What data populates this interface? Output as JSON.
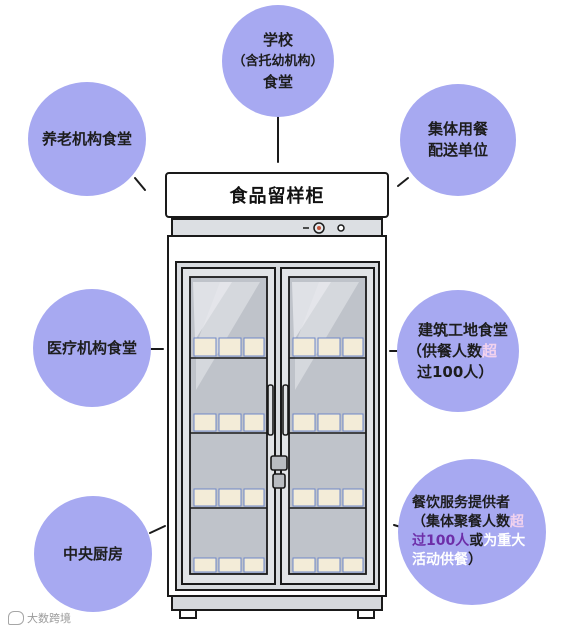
{
  "cabinet": {
    "title": "食品留样柜"
  },
  "bubbles": {
    "school": {
      "line1": "学校",
      "line2": "（含托幼机构）",
      "line3": "食堂"
    },
    "elderly": {
      "label": "养老机构食堂"
    },
    "delivery": {
      "line1": "集体用餐",
      "line2": "配送单位"
    },
    "medical": {
      "label": "医疗机构食堂"
    },
    "construction": {
      "line1": "建筑工地食堂",
      "line2a": "（供餐人数",
      "line2b": "超",
      "line3a": "过100人",
      "line3b": "）"
    },
    "central": {
      "label": "中央厨房"
    },
    "catering": {
      "line1": "餐饮服务提供者",
      "line2a": "（集体聚餐人数",
      "line2b": "超",
      "line3a": "过100人",
      "line3b": "或",
      "line3c": "为重大",
      "line4a": "活动供餐",
      "line4b": "）"
    }
  },
  "watermark": {
    "text": "大数跨境"
  },
  "colors": {
    "bubble": "#a7a9f1",
    "cabinet_frame": "#d5d8dc",
    "glass": "#c9cdd4",
    "outline": "#1a1a1a"
  }
}
